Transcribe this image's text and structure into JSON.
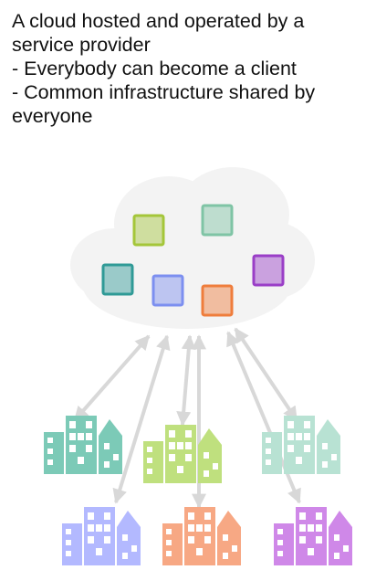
{
  "text": {
    "line1": "A cloud hosted and operated by a",
    "line2": "service provider",
    "line3": "- Everybody can become a client",
    "line4": "- Common infrastructure shared by",
    "line5": "everyone"
  },
  "colors": {
    "cloud": "#f3f3f3",
    "arrow": "#d8d8d8",
    "square_lime": "#a4c639",
    "square_mint": "#7fc4a5",
    "square_teal": "#2f9a96",
    "square_periwinkle": "#7c8ff0",
    "square_orange": "#ef7d3c",
    "square_purple": "#9a3ec7",
    "building_teal": "#7ccab7",
    "building_lime": "#bfe07e",
    "building_mint": "#b8e2d3",
    "building_periwinkle": "#b3b9ff",
    "building_orange": "#f7a884",
    "building_purple": "#cf88e8"
  }
}
